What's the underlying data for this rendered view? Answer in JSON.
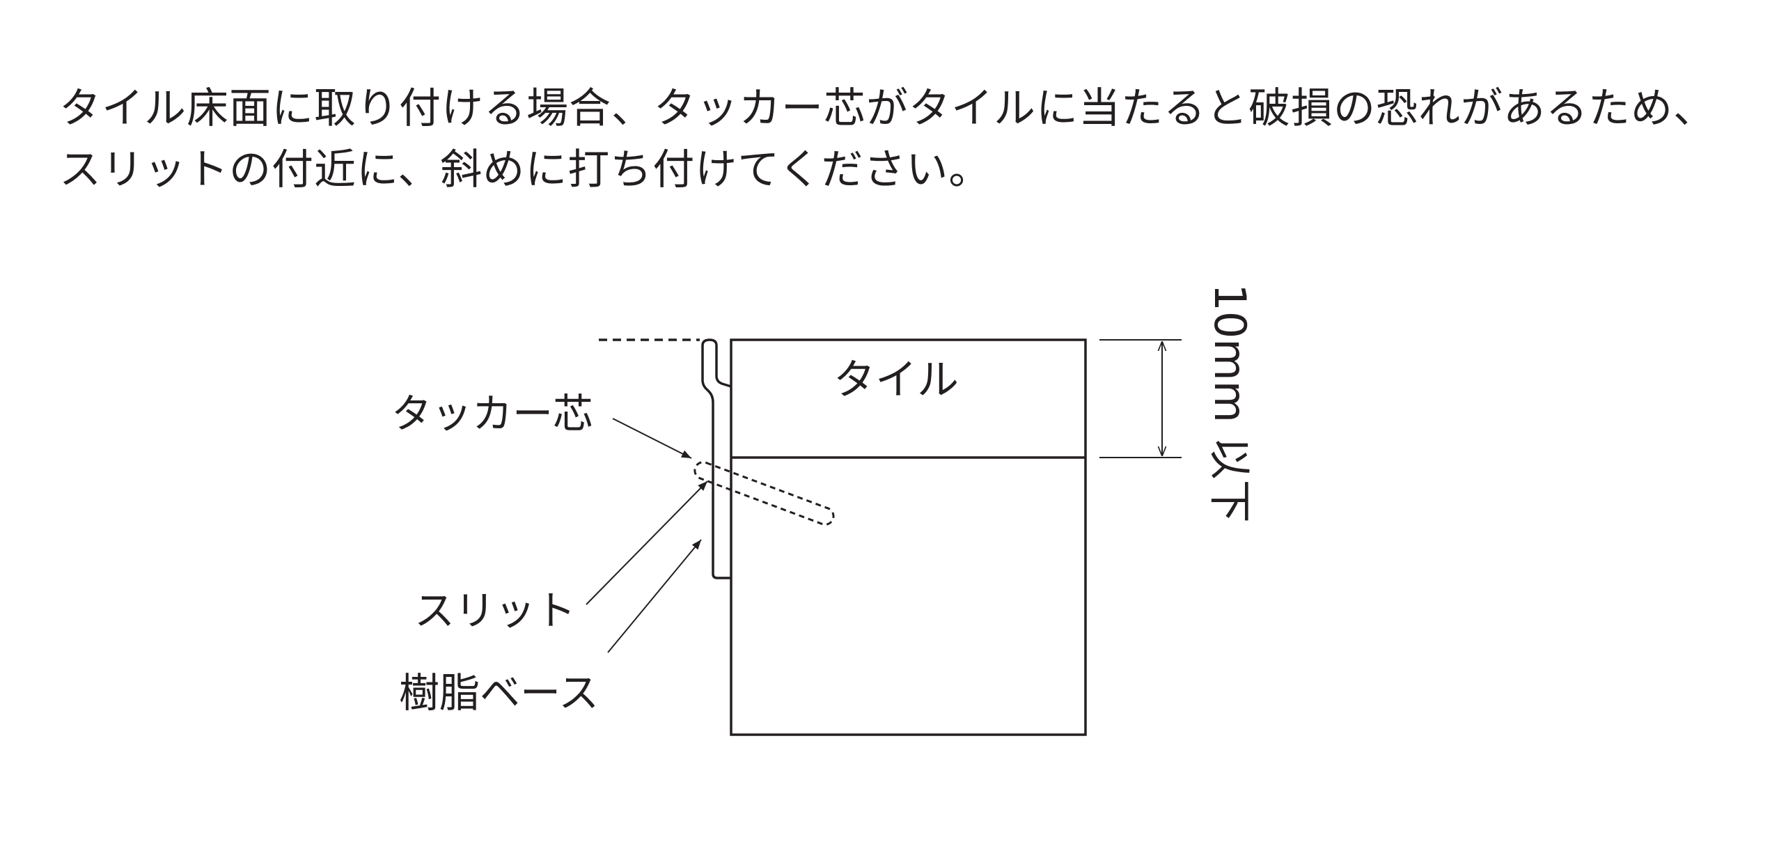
{
  "instructions": {
    "line1": "タイル床面に取り付ける場合、タッカー芯がタイルに当たると破損の恐れがあるため、",
    "line2": "スリットの付近に、斜めに打ち付けてください。"
  },
  "diagram": {
    "tile_label": "タイル",
    "staple_label": "タッカー芯",
    "slit_label": "スリット",
    "base_label": "樹脂ベース",
    "dimension_label": "10mm 以下"
  }
}
